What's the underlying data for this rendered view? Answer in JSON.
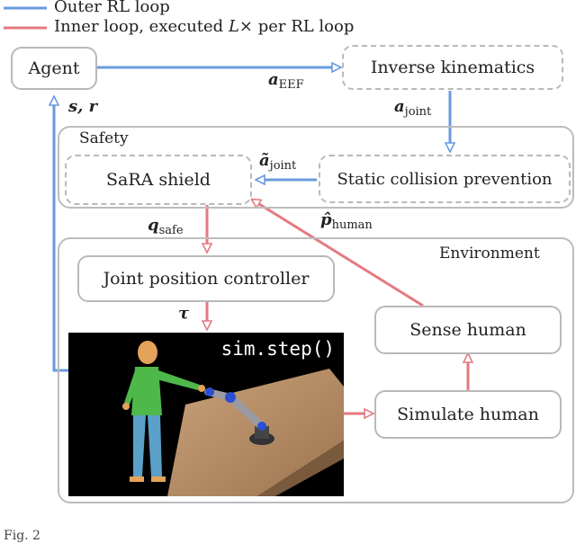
{
  "legend": {
    "outer": "Outer RL loop",
    "inner_prefix": "Inner loop, executed ",
    "inner_var": "L",
    "inner_suffix": "× per RL loop",
    "outer_color": "#6a9be0",
    "inner_color": "#e57a80"
  },
  "nodes": {
    "agent": "Agent",
    "inverse_kinematics": "Inverse kinematics",
    "sara_shield": "SaRA shield",
    "static_collision": "Static collision prevention",
    "joint_controller": "Joint position controller",
    "sense_human": "Sense human",
    "simulate_human": "Simulate human"
  },
  "groups": {
    "safety": "Safety",
    "environment": "Environment"
  },
  "edges": {
    "a_eef_sym": "a",
    "a_eef_sub": "EEF",
    "a_joint_sym": "a",
    "a_joint_sub": "joint",
    "a_tilde_sym": "ã",
    "a_tilde_sub": "joint",
    "s_r": "s, r",
    "q_sym": "q",
    "q_sub": "safe",
    "tau": "τ",
    "p_sym": "p̂",
    "p_sub": "human"
  },
  "sim": {
    "label": "sim.step()"
  },
  "caption": "Fig. 2"
}
